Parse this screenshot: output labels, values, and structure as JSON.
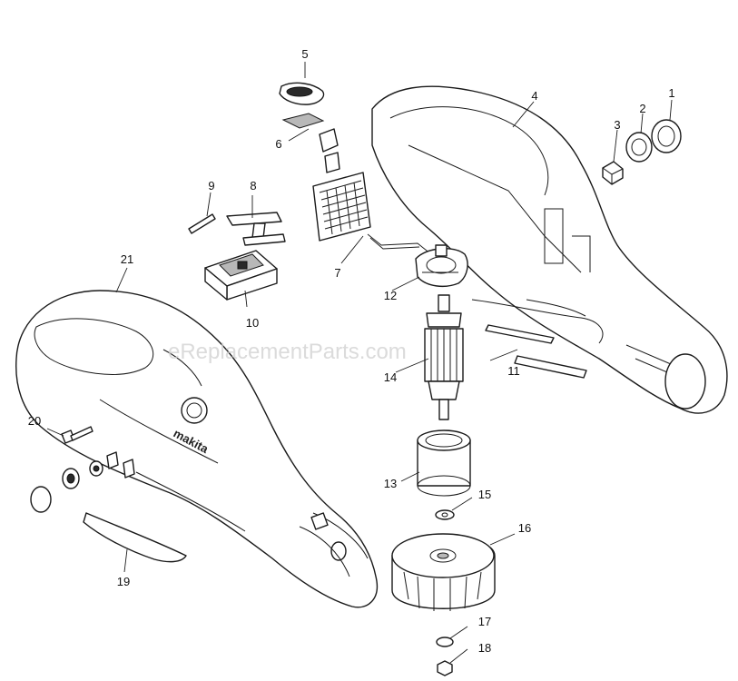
{
  "watermark": "eReplacementParts.com",
  "brand_logo": "makita",
  "callouts": [
    "1",
    "2",
    "3",
    "4",
    "5",
    "6",
    "7",
    "8",
    "9",
    "10",
    "11",
    "12",
    "13",
    "14",
    "15",
    "16",
    "17",
    "18",
    "19",
    "20",
    "21"
  ]
}
